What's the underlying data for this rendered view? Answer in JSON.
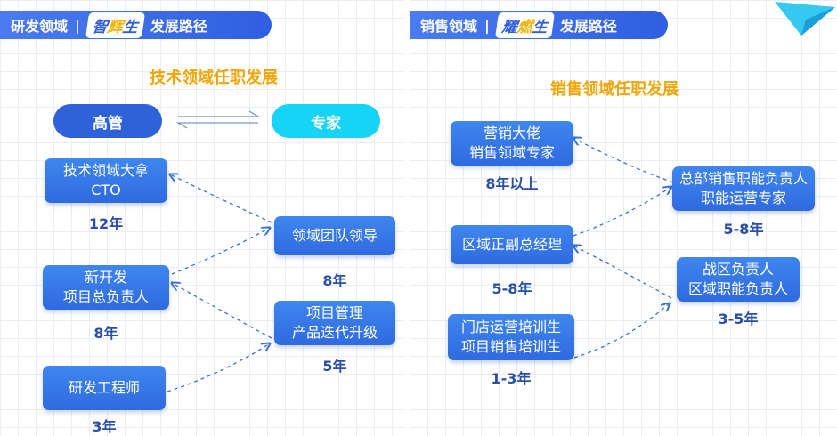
{
  "left": {
    "banner": {
      "domain": "研发领域",
      "sep": "|",
      "brand": "智辉生",
      "path": "发展路径"
    },
    "title": "技术领域任职发展",
    "tracks": {
      "manager": "高管",
      "expert": "专家"
    },
    "nodes": {
      "engineer": {
        "lines": [
          "研发工程师"
        ],
        "years": "3年"
      },
      "project_mgmt": {
        "lines": [
          "项目管理",
          "产品迭代升级"
        ],
        "years": "5年"
      },
      "new_dev": {
        "lines": [
          "新开发",
          "项目总负责人"
        ],
        "years": "8年"
      },
      "team_lead": {
        "lines": [
          "领域团队领导"
        ],
        "years": "8年"
      },
      "cto": {
        "lines": [
          "技术领域大拿",
          "CTO"
        ],
        "years": "12年"
      }
    }
  },
  "right": {
    "banner": {
      "domain": "销售领域",
      "sep": "|",
      "brand": "耀燃生",
      "path": "发展路径"
    },
    "title": "销售领域任职发展",
    "nodes": {
      "trainee": {
        "lines": [
          "门店运营培训生",
          "项目销售培训生"
        ],
        "years": "1-3年"
      },
      "war_zone": {
        "lines": [
          "战区负责人",
          "区域职能负责人"
        ],
        "years": "3-5年"
      },
      "regional_gm": {
        "lines": [
          "区域正副总经理"
        ],
        "years": "5-8年"
      },
      "hq_function": {
        "lines": [
          "总部销售职能负责人",
          "职能运营专家"
        ],
        "years": "5-8年"
      },
      "marketing_boss": {
        "lines": [
          "营销大佬",
          "销售领域专家"
        ],
        "years": "8年以上"
      }
    }
  },
  "colors": {
    "node": "#2f6ae0",
    "title": "#f2a400",
    "years": "#2a4fa8",
    "expert_pill": "#16d4f5"
  }
}
